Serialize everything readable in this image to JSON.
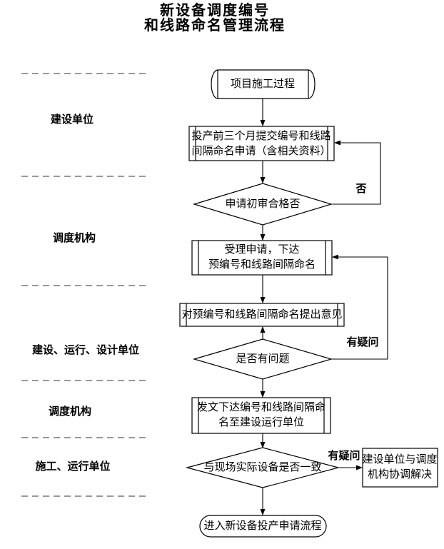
{
  "title": {
    "line1": "新设备调度编号",
    "line2": "和线路命名管理流程"
  },
  "lanes": [
    {
      "label": "建设单位"
    },
    {
      "label": "调度机构"
    },
    {
      "label": "建设、运行、设计单位"
    },
    {
      "label": "调度机构"
    },
    {
      "label": "施工、运行单位"
    }
  ],
  "nodes": {
    "start": "项目施工过程",
    "submit": {
      "line1": "投产前三个月提交编号和线路",
      "line2": "间隔命名申请（含相关资料）"
    },
    "review_decision": "申请初审合格否",
    "accept": {
      "line1": "受理申请，下达",
      "line2": "预编号和线路间隔命名"
    },
    "opinion": "对预编号和线路间隔命名提出意见",
    "problem_decision": "是否有问题",
    "issue": {
      "line1": "发文下达编号和线路间隔命",
      "line2": "名至建设运行单位"
    },
    "consistent_decision": "与现场实际设备是否一致",
    "coordinate": {
      "line1": "建设单位与调度",
      "line2": "机构协调解决"
    },
    "end": "进入新设备投产申请流程"
  },
  "edge_labels": {
    "no": "否",
    "doubt_problem": "有疑问",
    "doubt_consistent": "有疑问"
  },
  "colors": {
    "stroke": "#000000",
    "background": "#ffffff",
    "lane_divider": "#777777"
  }
}
